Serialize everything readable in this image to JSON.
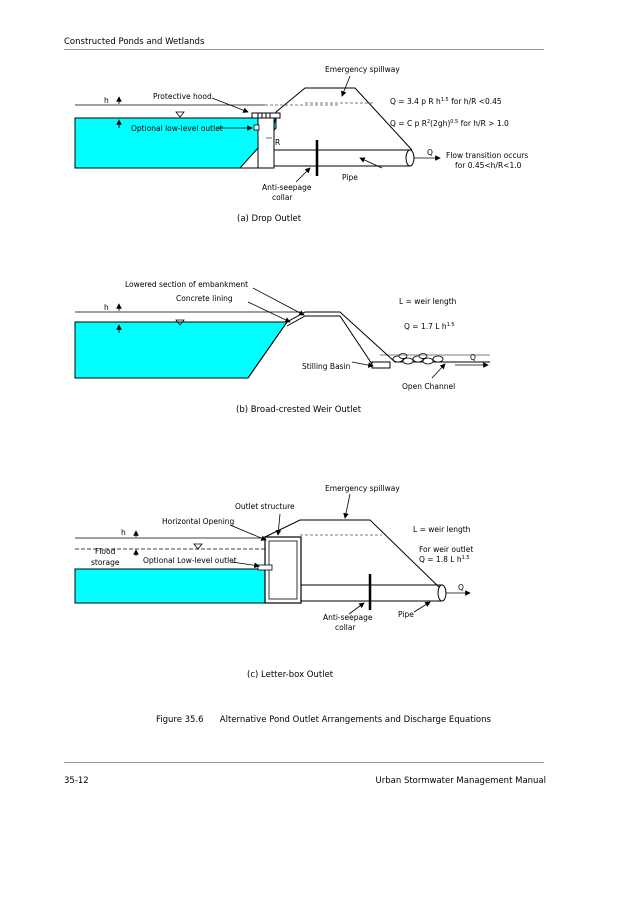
{
  "header": {
    "title": "Constructed Ponds and Wetlands"
  },
  "footer": {
    "page_number": "35-12",
    "manual_title": "Urban Stormwater Management Manual"
  },
  "colors": {
    "water": "#00ffff",
    "line": "#000000"
  },
  "figure": {
    "caption": "Figure 35.6      Alternative Pond Outlet Arrangements and Discharge Equations",
    "panel_a": {
      "caption": "(a) Drop Outlet",
      "emergency_spillway": "Emergency spillway",
      "protective_hood": "Protective hood",
      "h": "h",
      "optional_outlet": "Optional low-level outlet",
      "R": "R",
      "eq1_main": "Q = 3.4 p R h",
      "eq1_exp": "1.5",
      "eq1_cond": " for h/R <0.45",
      "eq2_main": "Q = C p R",
      "eq2_sup1": "2",
      "eq2_mid": "(2gh)",
      "eq2_sup2": "0.5",
      "eq2_cond": " for h/R > 1.0",
      "Q": "Q",
      "flow_line1": "Flow transition occurs",
      "flow_line2": "for 0.45<h/R<1.0",
      "pipe": "Pipe",
      "collar_line1": "Anti-seepage",
      "collar_line2": "collar"
    },
    "panel_b": {
      "caption": "(b) Broad-crested Weir Outlet",
      "lowered_section": "Lowered section of embankment",
      "concrete_lining": "Concrete lining",
      "h": "h",
      "L_def": "L = weir length",
      "eq_main": "Q = 1.7 L h",
      "eq_exp": "1.5",
      "stilling_basin": "Stilling Basin",
      "Q": "Q",
      "open_channel": "Open Channel"
    },
    "panel_c": {
      "caption": "(c) Letter-box Outlet",
      "emergency_spillway": "Emergency spillway",
      "outlet_structure": "Outlet structure",
      "horizontal_opening": "Horizontal Opening",
      "h": "h",
      "flood_line1": "Flood",
      "flood_line2": "storage",
      "optional_outlet": "Optional Low-level outlet",
      "L_def": "L = weir length",
      "weir_line1": "For weir outlet",
      "eq_main": "Q = 1.8 L h",
      "eq_exp": "1.5",
      "Q": "Q",
      "collar_line1": "Anti-seepage",
      "collar_line2": "collar",
      "pipe": "Pipe"
    }
  }
}
